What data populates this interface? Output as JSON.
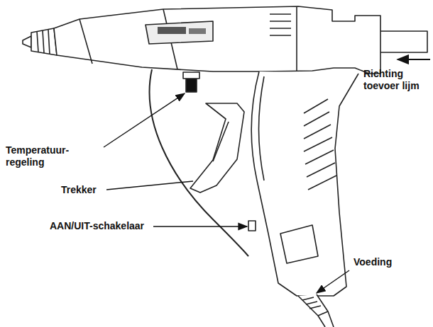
{
  "diagram": {
    "labels": [
      "Richting toevoer lijm",
      "Temperatuur- regeling",
      "Trekker",
      "AAN/UIT-schakelaar",
      "Voeding"
    ]
  }
}
